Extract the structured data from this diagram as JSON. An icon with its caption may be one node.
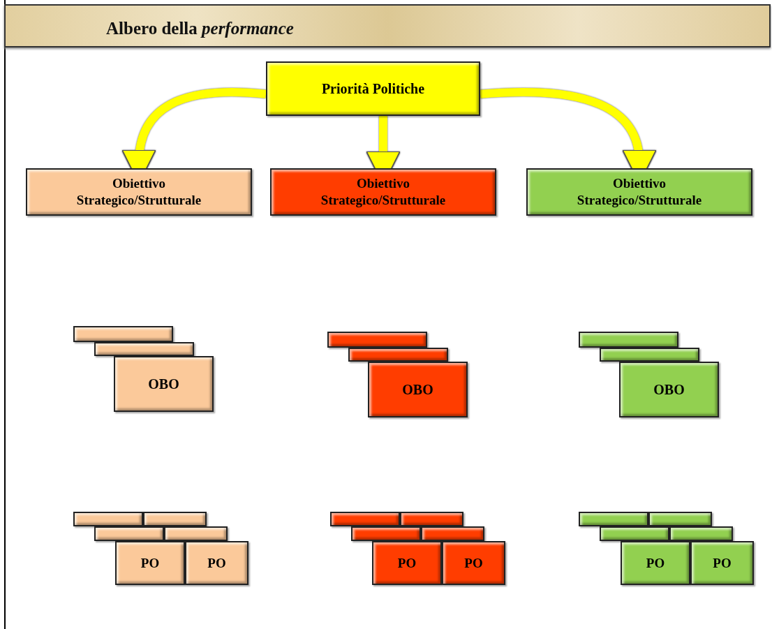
{
  "diagram": {
    "title": "Albero della *performance*",
    "nodes": [
      {
        "text": [
          "Priorità Politiche"
        ]
      },
      {
        "text": [
          "Obiettivo Strategico/Strutturale"
        ]
      },
      {
        "text": [
          "Obiettivo Strategico/Strutturale"
        ]
      },
      {
        "text": [
          "Obiettivo Strategico/Strutturale"
        ]
      },
      {
        "text": [],
        "shape": "box"
      },
      {
        "text": [],
        "shape": "box"
      },
      {
        "text": [
          "OBO"
        ]
      },
      {
        "text": [],
        "shape": "box"
      },
      {
        "text": [],
        "shape": "box"
      },
      {
        "text": [
          "OBO"
        ]
      },
      {
        "text": [],
        "shape": "box"
      },
      {
        "text": [],
        "shape": "box"
      },
      {
        "text": [
          "OBO"
        ]
      },
      {
        "text": [],
        "shape": "box"
      },
      {
        "text": [],
        "shape": "box"
      },
      {
        "text": [],
        "shape": "box"
      },
      {
        "text": [],
        "shape": "box"
      },
      {
        "text": [
          "PO"
        ]
      },
      {
        "text": [
          "PO"
        ]
      },
      {
        "text": [],
        "shape": "box"
      },
      {
        "text": [],
        "shape": "box"
      },
      {
        "text": [],
        "shape": "box"
      },
      {
        "text": [],
        "shape": "box"
      },
      {
        "text": [
          "PO"
        ]
      },
      {
        "text": [
          "PO"
        ]
      },
      {
        "text": [],
        "shape": "box"
      },
      {
        "text": [],
        "shape": "box"
      },
      {
        "text": [],
        "shape": "box"
      },
      {
        "text": [],
        "shape": "box"
      },
      {
        "text": [
          "PO"
        ]
      },
      {
        "text": [
          "PO"
        ]
      }
    ],
    "edges": [
      {
        "from": 0,
        "to": 1,
        "arrow": "to"
      },
      {
        "from": 0,
        "to": 2,
        "arrow": "to"
      },
      {
        "from": 0,
        "to": 3,
        "arrow": "to"
      }
    ]
  }
}
